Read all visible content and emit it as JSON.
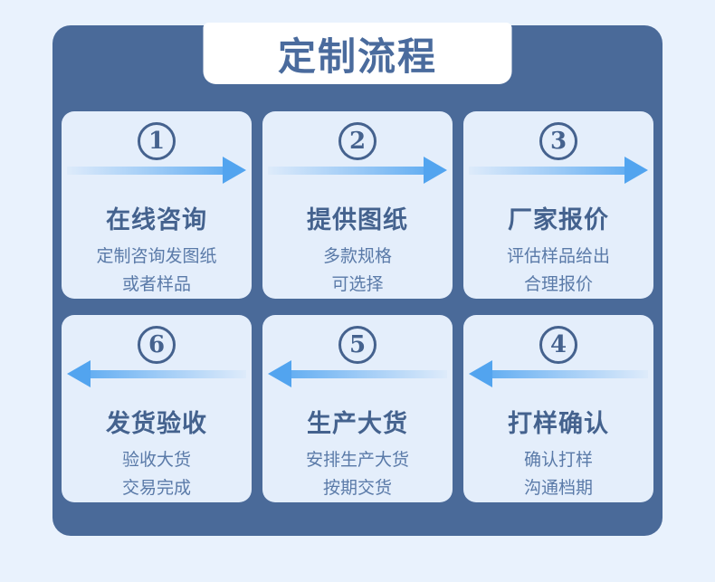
{
  "page": {
    "title": "定制流程",
    "background_color": "#e9f2fd",
    "panel_color": "#4a6a99",
    "card_color": "#e4eefb",
    "accent_color": "#52a4ef",
    "text_dark_color": "#44628e",
    "text_light_color": "#5a7aa8"
  },
  "steps": [
    {
      "number": "1",
      "title": "在线咨询",
      "desc": [
        "定制咨询发图纸",
        "或者样品"
      ],
      "arrow": "right"
    },
    {
      "number": "2",
      "title": "提供图纸",
      "desc": [
        "多款规格",
        "可选择"
      ],
      "arrow": "right"
    },
    {
      "number": "3",
      "title": "厂家报价",
      "desc": [
        "评估样品给出",
        "合理报价"
      ],
      "arrow": "right"
    },
    {
      "number": "6",
      "title": "发货验收",
      "desc": [
        "验收大货",
        "交易完成"
      ],
      "arrow": "left"
    },
    {
      "number": "5",
      "title": "生产大货",
      "desc": [
        "安排生产大货",
        "按期交货"
      ],
      "arrow": "left"
    },
    {
      "number": "4",
      "title": "打样确认",
      "desc": [
        "确认打样",
        "沟通档期"
      ],
      "arrow": "left"
    }
  ]
}
